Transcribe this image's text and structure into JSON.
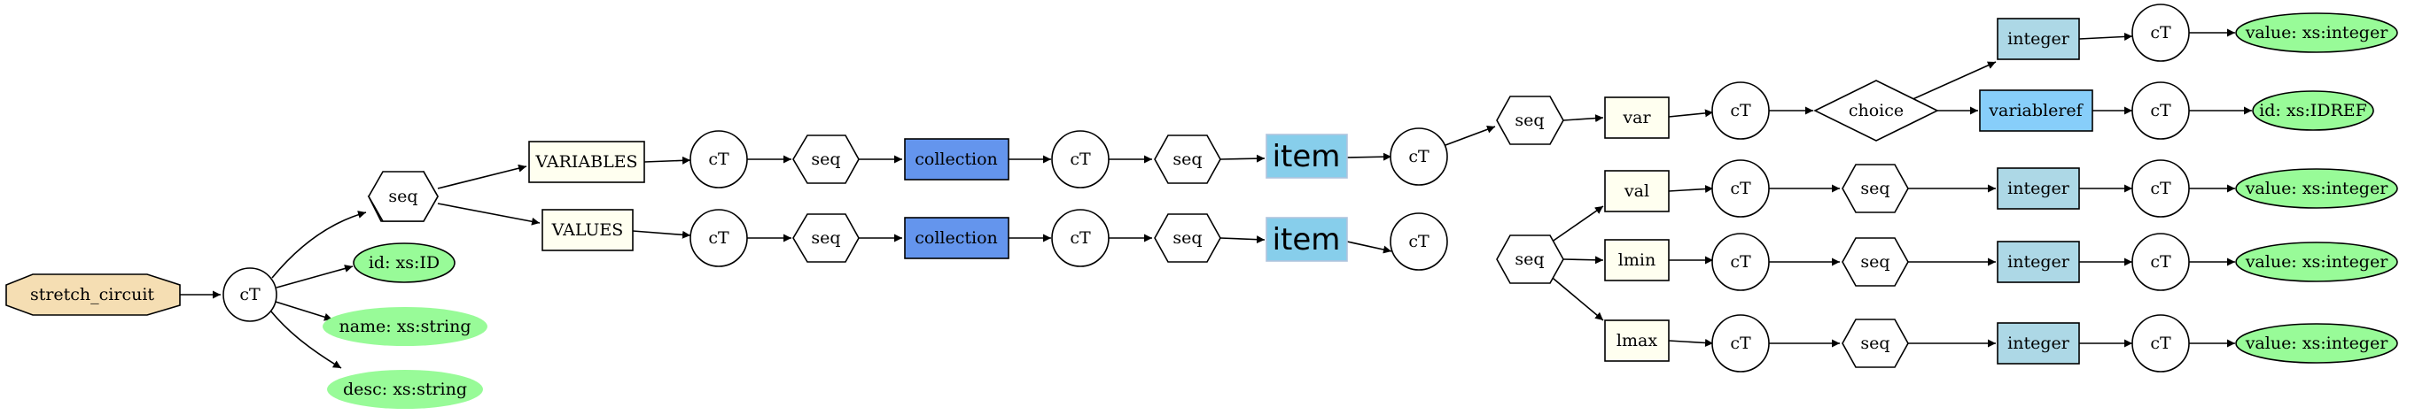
{
  "colors": {
    "root": "#f5deb3",
    "element_box": "#fffff0",
    "collection": "#6495ed",
    "item": "#87ceeb",
    "integer": "#add8e6",
    "variableref": "#87cefa",
    "attribute": "#98fb98",
    "shape_white": "#ffffff"
  },
  "nodes": {
    "root": "stretch_circuit",
    "ct_root": "cT",
    "seq_root": "seq",
    "id_attr": "id: xs:ID",
    "name_attr": "name: xs:string",
    "desc_attr": "desc: xs:string",
    "variables": "VARIABLES",
    "values": "VALUES",
    "ct_vars": "cT",
    "ct_vals": "cT",
    "seq_vars": "seq",
    "seq_vals": "seq",
    "collection_vars": "collection",
    "collection_vals": "collection",
    "ct_coll_vars": "cT",
    "ct_coll_vals": "cT",
    "seq_coll_vars": "seq",
    "seq_coll_vals": "seq",
    "item_vars": "item",
    "item_vals": "item",
    "ct_item_vars": "cT",
    "ct_item_vals": "cT",
    "seq_item_vars": "seq",
    "seq_item_vals": "seq",
    "var": "var",
    "ct_var": "cT",
    "choice": "choice",
    "integer_choice": "integer",
    "variableref": "variableref",
    "ct_integer_choice": "cT",
    "ct_variableref": "cT",
    "value_attr_choice": "value: xs:integer",
    "idref_attr": "id: xs:IDREF",
    "val": "val",
    "lmin": "lmin",
    "lmax": "lmax",
    "ct_val": "cT",
    "ct_lmin": "cT",
    "ct_lmax": "cT",
    "seq_val": "seq",
    "seq_lmin": "seq",
    "seq_lmax": "seq",
    "integer_val": "integer",
    "integer_lmin": "integer",
    "integer_lmax": "integer",
    "ct_int_val": "cT",
    "ct_int_lmin": "cT",
    "ct_int_lmax": "cT",
    "value_attr_val": "value: xs:integer",
    "value_attr_lmin": "value: xs:integer",
    "value_attr_lmax": "value: xs:integer"
  }
}
